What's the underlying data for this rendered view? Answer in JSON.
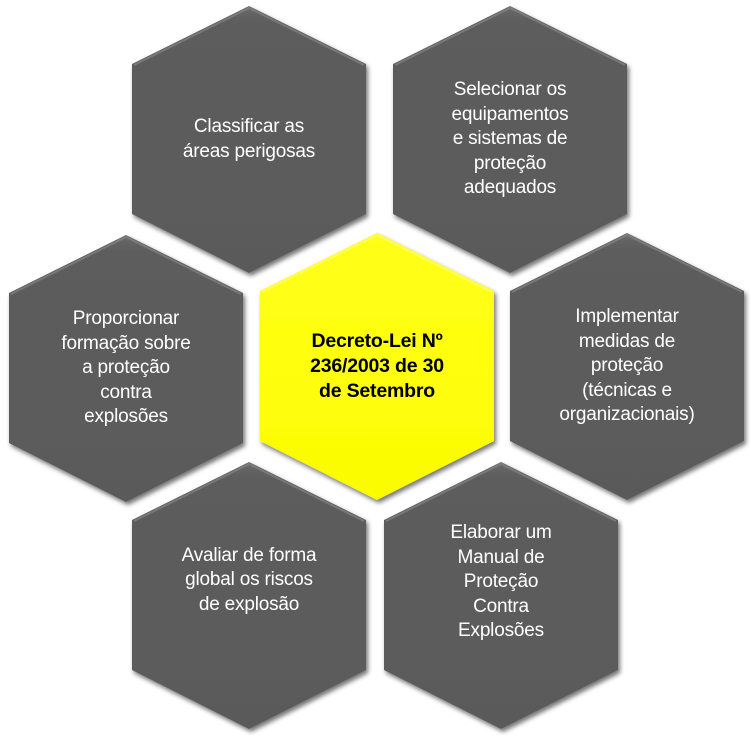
{
  "diagram": {
    "type": "hexagon-cluster",
    "colors": {
      "background": "#ffffff",
      "outer_fill": "#5b5b5b",
      "outer_text": "#ffffff",
      "center_fill": "#ffff00",
      "center_text": "#000000"
    },
    "center": {
      "label": "Decreto-Lei Nº\n236/2003 de 30\nde Setembro"
    },
    "items": [
      {
        "position": "top-left",
        "label": "Classificar as\náreas perigosas"
      },
      {
        "position": "top-right",
        "label": "Selecionar os\nequipamentos\ne sistemas de\nproteção\nadequados"
      },
      {
        "position": "middle-left",
        "label": "Proporcionar\nformação sobre\na proteção\ncontra\nexplosões"
      },
      {
        "position": "middle-right",
        "label": "Implementar\nmedidas de\nproteção\n(técnicas e\norganizacionais)"
      },
      {
        "position": "bottom-left",
        "label": "Avaliar de forma\nglobal os riscos\nde explosão"
      },
      {
        "position": "bottom-right",
        "label": "Elaborar um\nManual de\nProteção\nContra\nExplosões"
      }
    ]
  }
}
